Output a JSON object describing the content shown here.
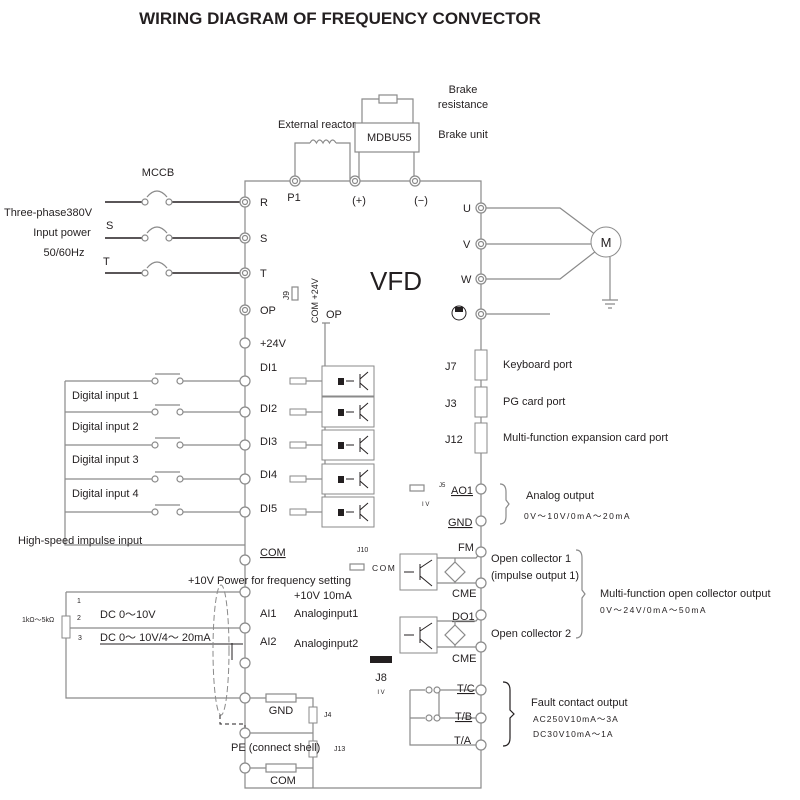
{
  "title": "WIRING DIAGRAM OF FREQUENCY CONVECTOR",
  "center_label": "VFD",
  "power": {
    "mccb": "MCCB",
    "line1": "Three-phase380V",
    "line2": "Input power",
    "line3": "50/60Hz",
    "phase_s": "S",
    "phase_t": "T"
  },
  "dc_bus": {
    "external_reactor": "External reactor",
    "brake_unit_model": "MDBU55",
    "brake_unit": "Brake unit",
    "brake_resistance_1": "Brake",
    "brake_resistance_2": "resistance",
    "p1": "P1",
    "plus": "(+)",
    "minus": "(−)"
  },
  "left_terminals": [
    "R",
    "S",
    "T",
    "OP",
    "+24V",
    "DI1",
    "DI2",
    "DI3",
    "DI4",
    "DI5",
    "COM"
  ],
  "jumpers": {
    "j9": "J9",
    "j9_text": "COM +24V",
    "op": "OP",
    "j10": "J10",
    "j10_text": "COM",
    "j5": "J5",
    "j5_text": "I V",
    "j8": "J8",
    "j8_text": "I V",
    "j4": "J4",
    "j13": "J13"
  },
  "digital_inputs": [
    "Digital input 1",
    "Digital input 2",
    "Digital input 3",
    "Digital input 4"
  ],
  "high_speed": "High-speed impulse input",
  "analog_in": {
    "power_label": "+10V Power for frequency setting",
    "power_spec": "+10V 10mA",
    "ai1": "AI1",
    "ai1_desc": "Analoginput1",
    "ai2": "AI2",
    "ai2_desc": "Analoginput2",
    "dc1": "DC 0～10V",
    "dc2": "DC 0～ 10V/4～ 20mA",
    "pot": "1kΩ～5kΩ",
    "pin1": "1",
    "pin2": "2",
    "pin3": "3",
    "gnd": "GND",
    "pe": "PE (connect shell)",
    "com": "COM"
  },
  "motor": {
    "u": "U",
    "v": "V",
    "w": "W",
    "m": "M"
  },
  "ports": [
    {
      "id": "J7",
      "label": "Keyboard port"
    },
    {
      "id": "J3",
      "label": "PG card port"
    },
    {
      "id": "J12",
      "label": "Multi-function expansion card port"
    }
  ],
  "analog_out": {
    "ao1": "AO1",
    "gnd": "GND",
    "label": "Analog output",
    "spec": "0V～10V/0mA～20mA"
  },
  "open_collector": {
    "fm": "FM",
    "cme1": "CME",
    "do1": "DO1",
    "cme2": "CME",
    "oc1": "Open collector 1",
    "oc1_sub": "(impulse output 1)",
    "oc2": "Open collector 2",
    "label": "Multi-function open collector output",
    "spec": "0V～24V/0mA～50mA"
  },
  "fault": {
    "tc": "T/C",
    "tb": "T/B",
    "ta": "T/A",
    "label": "Fault contact output",
    "spec1": "AC250V10mA～3A",
    "spec2": "DC30V10mA～1A"
  }
}
